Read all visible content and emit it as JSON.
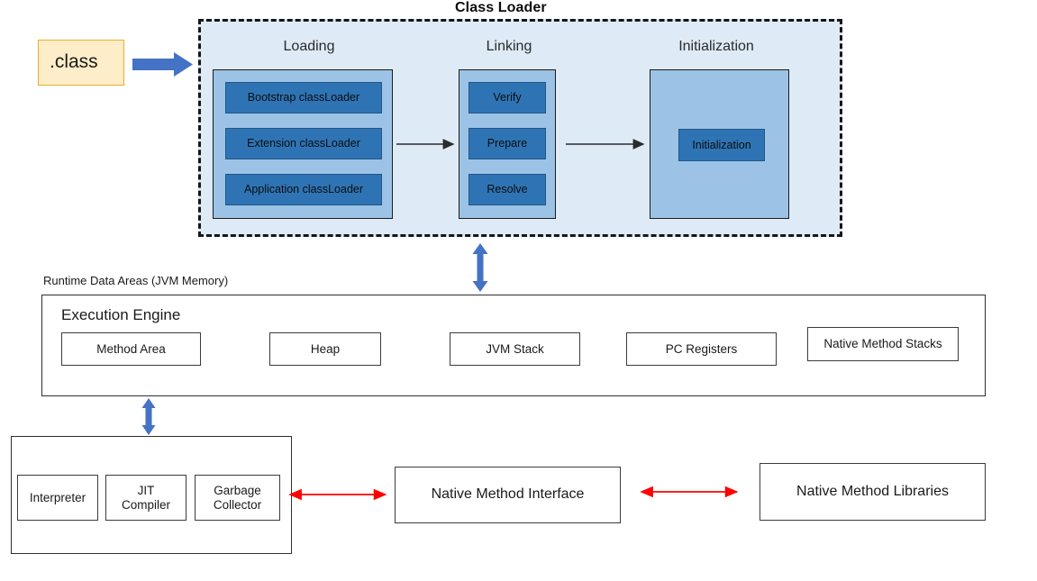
{
  "title": "Class Loader",
  "source": {
    "label": ".class"
  },
  "classloader": {
    "phases": [
      {
        "label": "Loading",
        "items": [
          "Bootstrap classLoader",
          "Extension classLoader",
          "Application classLoader"
        ]
      },
      {
        "label": "Linking",
        "items": [
          "Verify",
          "Prepare",
          "Resolve"
        ]
      },
      {
        "label": "Initialization",
        "items": [
          "Initialization"
        ]
      }
    ]
  },
  "runtime": {
    "section_label": "Runtime Data Areas (JVM Memory)",
    "heading": "Execution Engine",
    "areas": [
      "Method Area",
      "Heap",
      "JVM  Stack",
      "PC Registers",
      "Native Method Stacks"
    ]
  },
  "engine": {
    "items": [
      "Interpreter",
      "JIT\nCompiler",
      "Garbage\nCollector"
    ]
  },
  "native": {
    "interface": "Native Method Interface",
    "libraries": "Native Method Libraries"
  },
  "colors": {
    "chip_blue": "#2E74B5",
    "group_blue": "#9CC3E5",
    "panel_blue": "#DEEAF6",
    "source_yellow": "#FDEDC8",
    "source_border": "#E8AE2E",
    "arrow_blue": "#4472C4",
    "arrow_red": "#FF0000",
    "arrow_black": "#2b2b2b"
  },
  "icons": {
    "flow_arrow": "arrow-right-icon",
    "bidirectional_vertical": "arrow-up-down-icon",
    "bidirectional_horizontal": "arrow-left-right-icon"
  }
}
